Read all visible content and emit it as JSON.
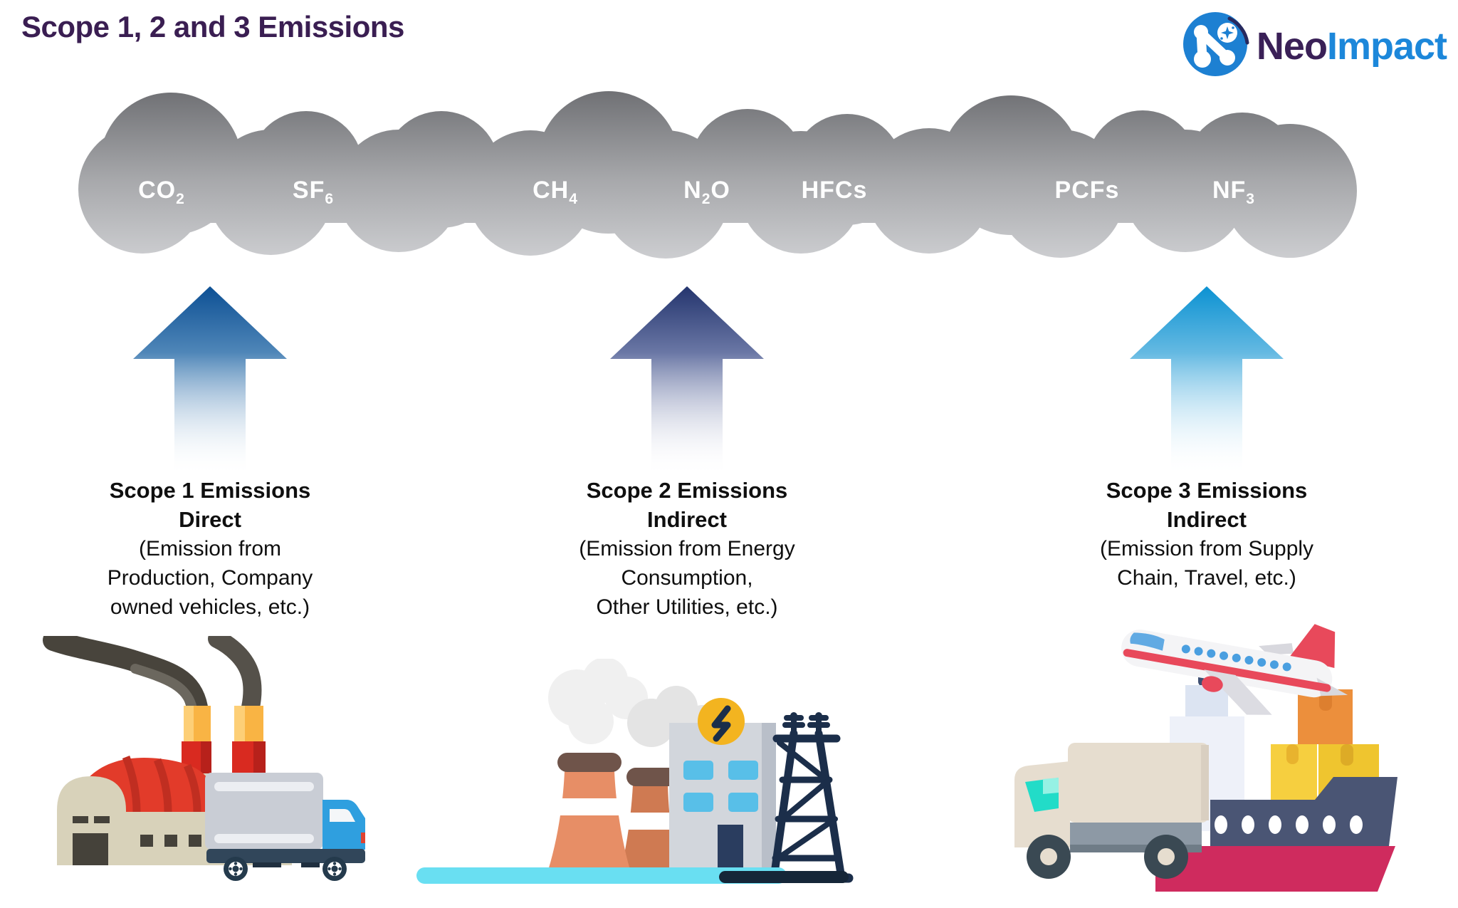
{
  "header": {
    "title": "Scope 1, 2 and 3 Emissions",
    "logo": {
      "part1": "Neo",
      "part2": "Impact"
    }
  },
  "cloud": {
    "gases": [
      {
        "base": "CO",
        "sub": "2",
        "post": ""
      },
      {
        "base": "SF",
        "sub": "6",
        "post": ""
      },
      {
        "base": "CH",
        "sub": "4",
        "post": ""
      },
      {
        "base": "N",
        "sub": "2",
        "post": "O"
      },
      {
        "base": "HFCs",
        "sub": "",
        "post": ""
      },
      {
        "base": "PCFs",
        "sub": "",
        "post": ""
      },
      {
        "base": "NF",
        "sub": "3",
        "post": ""
      }
    ]
  },
  "scopes": [
    {
      "title": "Scope 1 Emissions",
      "type": "Direct",
      "description": "(Emission from\nProduction, Company\nowned vehicles, etc.)",
      "illustration": "factory-with-truck"
    },
    {
      "title": "Scope 2 Emissions",
      "type": "Indirect",
      "description": "(Emission from Energy\nConsumption,\nOther Utilities, etc.)",
      "illustration": "power-plant-with-transmission-tower"
    },
    {
      "title": "Scope 3 Emissions",
      "type": "Indirect",
      "description": "(Emission from Supply\nChain, Travel, etc.)",
      "illustration": "truck-ship-airplane-cargo"
    }
  ],
  "colors": {
    "title_purple": "#3a1e52",
    "logo_blue": "#1c87da",
    "logo_dark_purple": "#3a2057",
    "cloud_top_gray": "#6b6c70",
    "cloud_bottom_gray": "#cccdd0",
    "gas_label_white": "#ffffff",
    "arrow_scope1_blue": "#0d5094",
    "arrow_scope2_navy": "#24356e",
    "arrow_scope3_cyan": "#0c92d2",
    "body_text": "#0f0f0f"
  }
}
